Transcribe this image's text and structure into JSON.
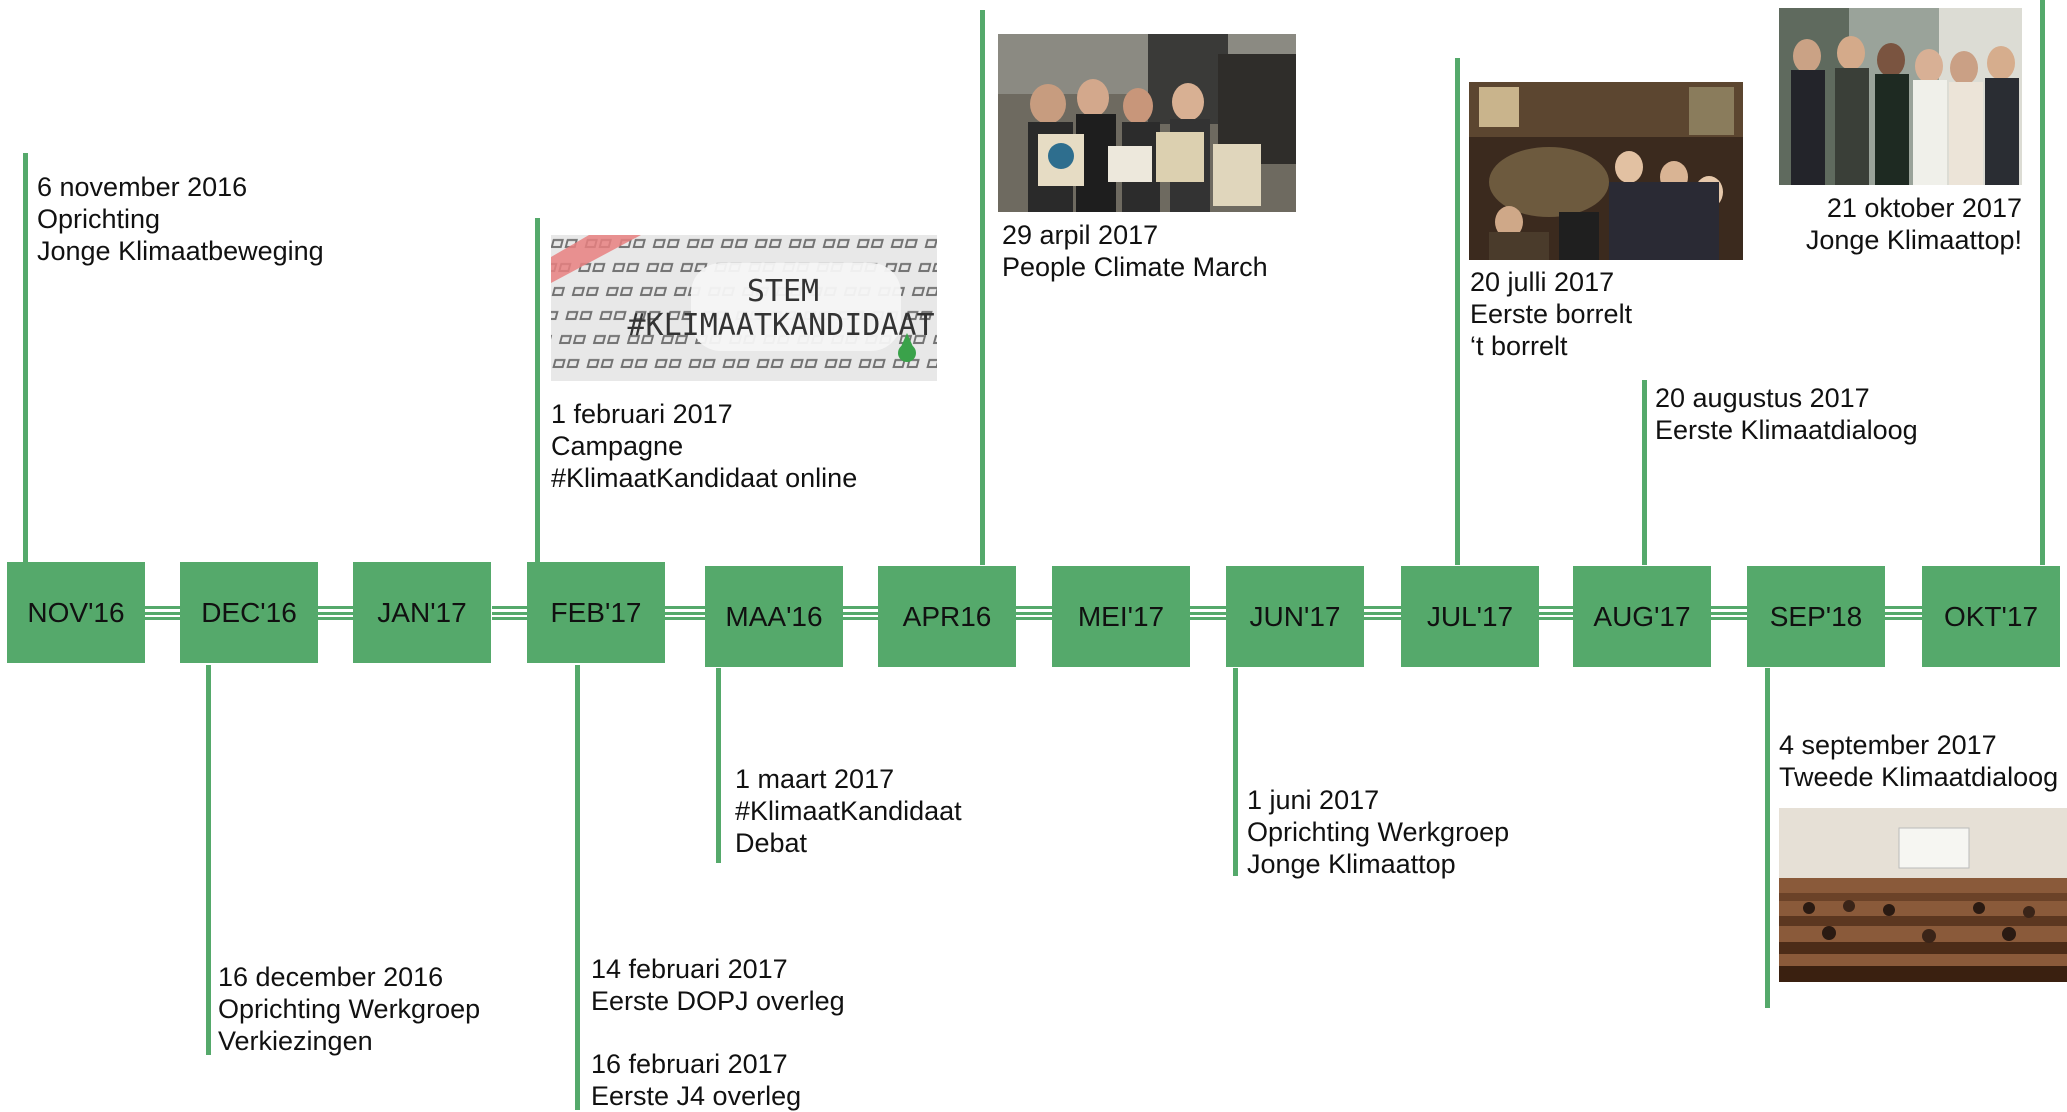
{
  "timeline": {
    "months": [
      "NOV'16",
      "DEC'16",
      "JAN'17",
      "FEB'17",
      "MAA'16",
      "APR16",
      "MEI'17",
      "JUN'17",
      "JUL'17",
      "AUG'17",
      "SEP'18",
      "OKT'17"
    ]
  },
  "events": {
    "nov": {
      "date": "6 november 2016",
      "l1": "Oprichting",
      "l2": "Jonge Klimaatbeweging"
    },
    "dec": {
      "date": "16 december 2016",
      "l1": "Oprichting Werkgroep",
      "l2": "Verkiezingen"
    },
    "feb1": {
      "date": "1 februari 2017",
      "l1": "Campagne",
      "l2": "#KlimaatKandidaat online"
    },
    "feb14": {
      "date": "14 februari 2017",
      "l1": "Eerste DOPJ overleg"
    },
    "feb16": {
      "date": "16 februari 2017",
      "l1": "Eerste J4 overleg"
    },
    "mar": {
      "date": "1 maart 2017",
      "l1": "#KlimaatKandidaat",
      "l2": "Debat"
    },
    "apr": {
      "date": "29 arpil 2017",
      "l1": "People Climate March"
    },
    "jun": {
      "date": "1 juni 2017",
      "l1": "Oprichting Werkgroep",
      "l2": "Jonge Klimaattop"
    },
    "jul": {
      "date": "20 julli 2017",
      "l1": "Eerste borrelt",
      "l2": "‘t borrelt"
    },
    "aug": {
      "date": "20 augustus 2017",
      "l1": "Eerste Klimaatdialoog"
    },
    "sep": {
      "date": "4 september 2017",
      "l1": "Tweede Klimaatdialoog"
    },
    "okt": {
      "date": "21 oktober 2017",
      "l1": "Jonge Klimaattop!"
    }
  },
  "poster": {
    "line1": "STEM",
    "line2": "#KLIMAATKANDIDAAT"
  },
  "colors": {
    "accent": "#55a96b"
  }
}
